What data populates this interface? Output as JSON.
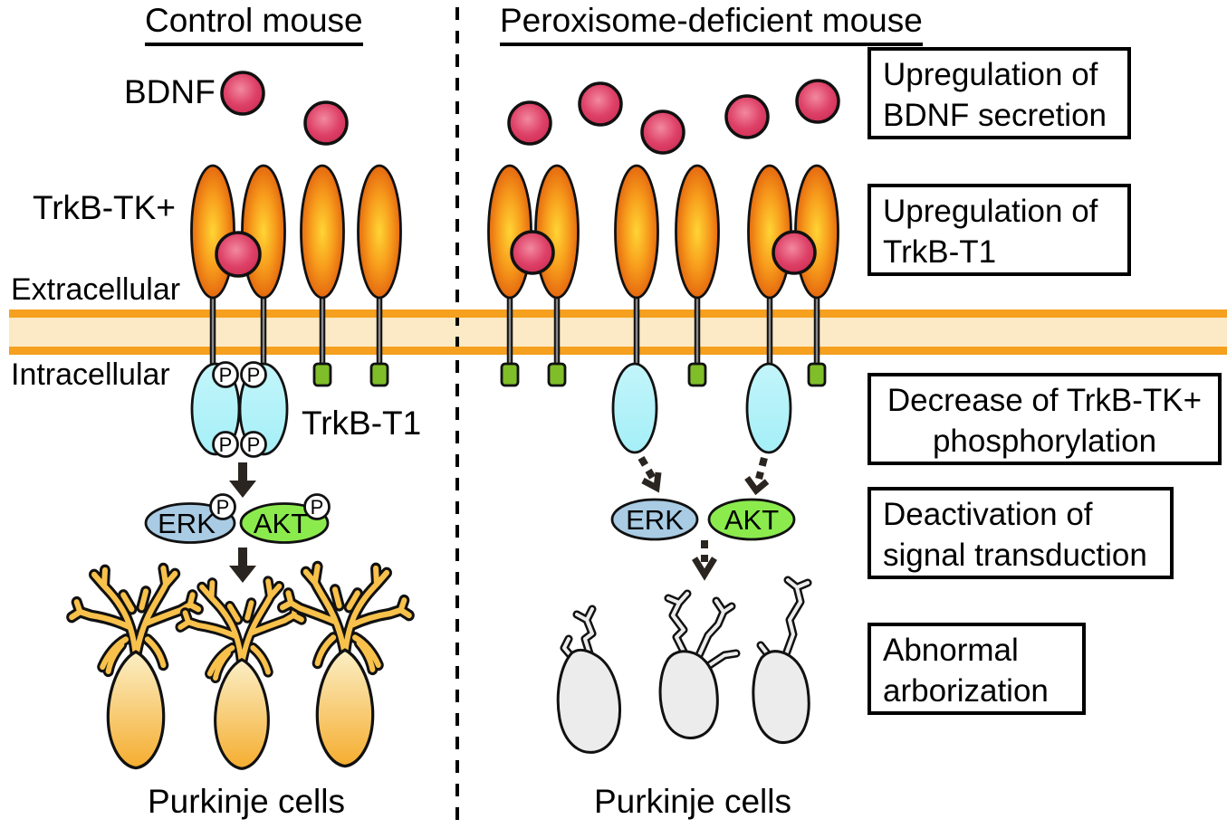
{
  "titles": {
    "left": "Control mouse",
    "right": "Peroxisome-deficient mouse"
  },
  "labels": {
    "bdnf": "BDNF",
    "trkb_tk": "TrkB-TK+",
    "extracellular": "Extracellular",
    "intracellular": "Intracellular",
    "trkb_t1": "TrkB-T1",
    "erk": "ERK",
    "akt": "AKT",
    "phospho": "P",
    "purkinje": "Purkinje cells"
  },
  "annotations": [
    {
      "lines": [
        "Upregulation of",
        "BDNF secretion"
      ]
    },
    {
      "lines": [
        "Upregulation of",
        "TrkB-T1"
      ]
    },
    {
      "lines": [
        "Decrease of TrkB-TK+",
        "phosphorylation"
      ]
    },
    {
      "lines": [
        "Deactivation of",
        "signal transduction"
      ]
    },
    {
      "lines": [
        "Abnormal",
        "arborization"
      ]
    }
  ],
  "colors": {
    "membrane_stripe": "#F5A01F",
    "membrane_fill": "#FCEAC6",
    "receptor_edge": "#E4670F",
    "receptor_mid": "#F79C1C",
    "receptor_center": "#FFD535",
    "bdnf_highlight": "#F2899F",
    "bdnf_main": "#DE4167",
    "bdnf_edge": "#C92850",
    "trkb_t1_tail": "#7FBE28",
    "kinase_cyan": "#A5EFF7",
    "erk_fill": "#A9CBE4",
    "akt_fill": "#8BEB4D",
    "purkinje_branch": "#F8C14B",
    "purkinje_soma_top": "#FBEFC6",
    "purkinje_soma_bottom": "#F5AD2F",
    "abnormal_cell_fill": "#ECECEC",
    "arrow": "#2A2520",
    "outline": "#111111",
    "text": "#000000"
  }
}
